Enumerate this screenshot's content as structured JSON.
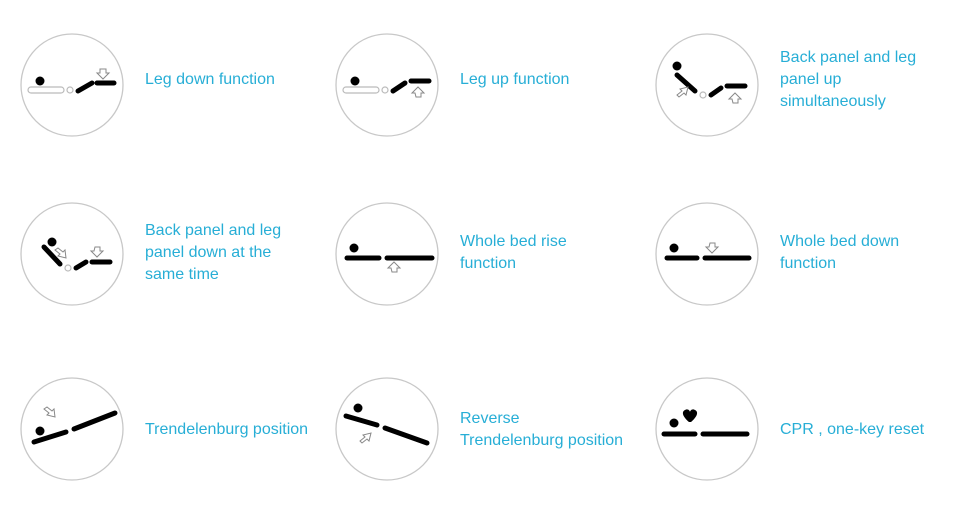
{
  "colors": {
    "label": "#27aed6",
    "circle_stroke": "#c8c8c8",
    "bed_black": "#000000",
    "bed_outline": "#bbbbbb"
  },
  "items": [
    {
      "icon": "leg-down-icon",
      "label": [
        "Leg down function"
      ]
    },
    {
      "icon": "leg-up-icon",
      "label": [
        "Leg up function"
      ]
    },
    {
      "icon": "back-and-leg-up-icon",
      "label": [
        "Back panel and leg",
        "panel up",
        "simultaneously"
      ]
    },
    {
      "icon": "back-and-leg-down-icon",
      "label": [
        "Back panel and leg",
        "panel down at the",
        "same time"
      ]
    },
    {
      "icon": "whole-bed-rise-icon",
      "label": [
        "Whole bed rise",
        "function"
      ]
    },
    {
      "icon": "whole-bed-down-icon",
      "label": [
        "Whole bed down",
        "function"
      ]
    },
    {
      "icon": "trendelenburg-icon",
      "label": [
        "Trendelenburg position"
      ]
    },
    {
      "icon": "reverse-trendelenburg-icon",
      "label": [
        "Reverse",
        "Trendelenburg position"
      ]
    },
    {
      "icon": "cpr-reset-icon",
      "label": [
        "CPR , one-key reset"
      ]
    }
  ]
}
